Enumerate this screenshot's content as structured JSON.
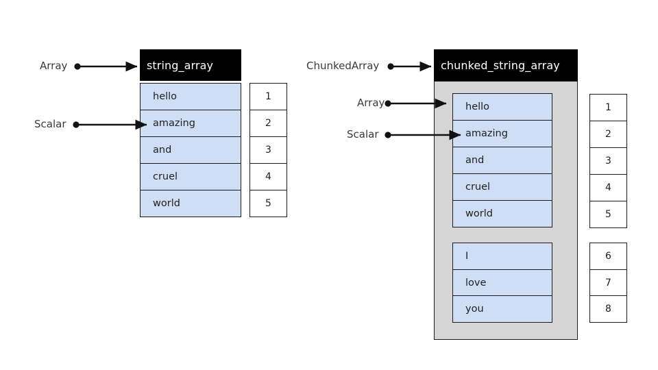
{
  "diagram": {
    "title_hidden": "",
    "colors": {
      "value_cell_fill": "#cfdef4",
      "chunk_container_fill": "#d5d5d5",
      "header_fill": "#000000",
      "header_text": "#ffffff",
      "stroke": "#1a1a1a",
      "label_text": "#3a3a3a"
    }
  },
  "left_panel": {
    "header_label": "string_array",
    "annotations": [
      {
        "label": "Array",
        "target": "header"
      },
      {
        "label": "Scalar",
        "target": "value-cell-1"
      }
    ],
    "values": [
      "hello",
      "amazing",
      "and",
      "cruel",
      "world"
    ],
    "indices": [
      "1",
      "2",
      "3",
      "4",
      "5"
    ]
  },
  "right_panel": {
    "header_label": "chunked_string_array",
    "annotations": [
      {
        "label": "ChunkedArray",
        "target": "header"
      },
      {
        "label": "Array",
        "target": "chunk-0"
      },
      {
        "label": "Scalar",
        "target": "chunk-0-cell-1"
      }
    ],
    "chunks": [
      {
        "values": [
          "hello",
          "amazing",
          "and",
          "cruel",
          "world"
        ],
        "indices": [
          "1",
          "2",
          "3",
          "4",
          "5"
        ]
      },
      {
        "values": [
          "I",
          "love",
          "you"
        ],
        "indices": [
          "6",
          "7",
          "8"
        ]
      }
    ]
  }
}
